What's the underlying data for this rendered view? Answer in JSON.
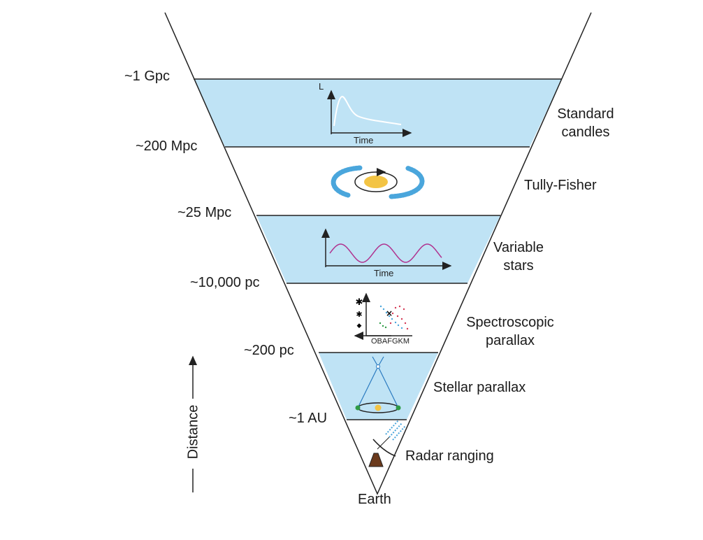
{
  "distances": [
    "~1 Gpc",
    "~200 Mpc",
    "~25 Mpc",
    "~10,000 pc",
    "~200 pc",
    "~1 AU"
  ],
  "methods": [
    {
      "line1": "Standard",
      "line2": "candles"
    },
    {
      "line1": "Tully-Fisher",
      "line2": ""
    },
    {
      "line1": "Variable",
      "line2": "stars"
    },
    {
      "line1": "Spectroscopic",
      "line2": "parallax"
    },
    {
      "line1": "Stellar parallax",
      "line2": ""
    },
    {
      "line1": "Radar ranging",
      "line2": ""
    }
  ],
  "earth_label": "Earth",
  "axis_label": "Distance",
  "insets": {
    "candle_ylabel": "L",
    "candle_xlabel": "Time",
    "variable_xlabel": "Time",
    "hr_xlabel": "OBAFGKM"
  },
  "colors": {
    "band_fill": "#bfe3f5",
    "outline": "#222222",
    "spiral": "#4aa6dc",
    "bulge": "#f3c444",
    "sine": "#b0338f",
    "orbit_dot": "#2e9b46",
    "sun_dot": "#f3c444"
  }
}
